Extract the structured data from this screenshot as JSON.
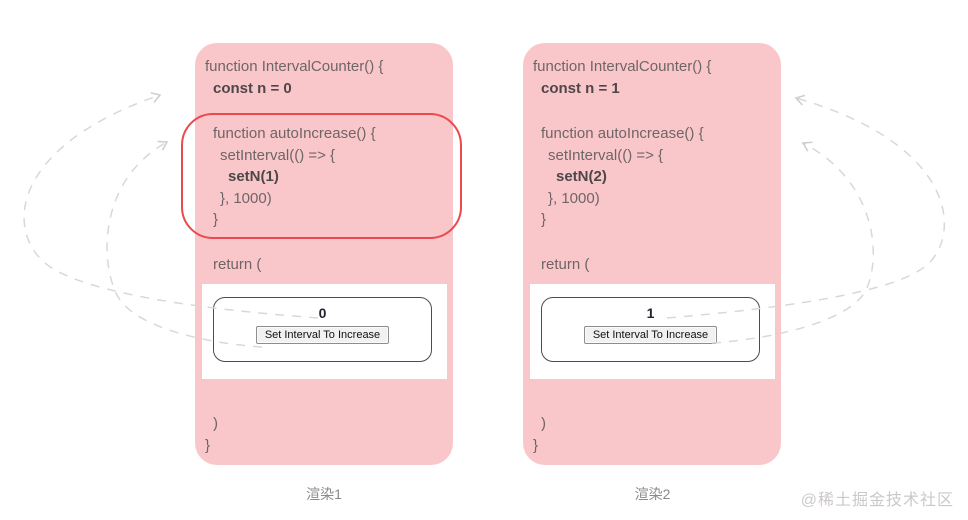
{
  "diagram": {
    "cards": [
      {
        "label": "渲染1",
        "code": {
          "l1": "function IntervalCounter() {",
          "l2": "const n = 0",
          "l3": "function autoIncrease() {",
          "l4": "setInterval(() => {",
          "l5": "setN(1)",
          "l6": "}, 1000)",
          "l7": "}",
          "l8": "return (",
          "l9": ")",
          "l10": "}"
        },
        "preview": {
          "counter": "0",
          "button": "Set Interval To Increase"
        }
      },
      {
        "label": "渲染2",
        "code": {
          "l1": "function IntervalCounter() {",
          "l2": "const n = 1",
          "l3": "function autoIncrease() {",
          "l4": "setInterval(() => {",
          "l5": "setN(2)",
          "l6": "}, 1000)",
          "l7": "}",
          "l8": "return (",
          "l9": ")",
          "l10": "}"
        },
        "preview": {
          "counter": "1",
          "button": "Set Interval To Increase"
        }
      }
    ],
    "watermark": "@稀土掘金技术社区",
    "colors": {
      "card_bg": "#f9c7c9",
      "highlight_red": "#ea4a4f",
      "arrow_gray": "#d8d8d8",
      "code_text": "#6f6567",
      "code_text_bold": "#4e4749"
    }
  }
}
